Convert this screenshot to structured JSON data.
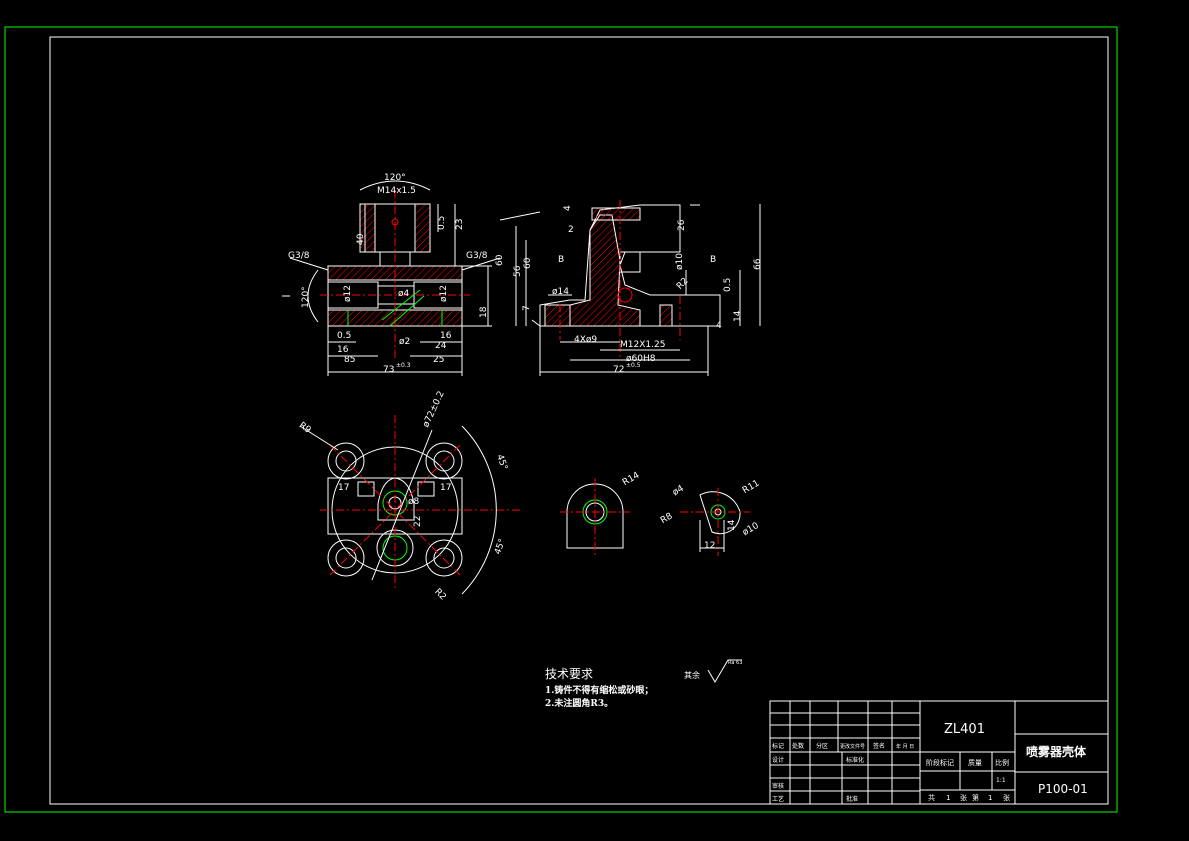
{
  "colors": {
    "background": "#000000",
    "outer_frame": "#00ff00",
    "inner_frame": "#ffffff",
    "line": "#ffffff",
    "center": "#ff0000",
    "hatch": "#ff0000",
    "green": "#00ff00"
  },
  "front_view": {
    "dims": [
      "120°",
      "M14x1.5",
      "0.5",
      "23",
      "40",
      "G3/8",
      "G3/8",
      "60",
      "18",
      "120°",
      "ø12",
      "ø12",
      "ø4",
      "ø2",
      "0.5",
      "16",
      "16",
      "24",
      "85",
      "25",
      "73",
      "±0.3"
    ]
  },
  "side_view": {
    "dims": [
      "4",
      "2",
      "26",
      "56",
      "60",
      "66",
      "7",
      "ø14",
      "4Xø9",
      "M12X1.25",
      "ø60H8",
      "72",
      "±0.5",
      "ø10",
      "R2",
      "0.5",
      "14",
      "4",
      "B",
      "B"
    ]
  },
  "top_view": {
    "dims": [
      "R9",
      "ø72±0.2",
      "45°",
      "45°",
      "17",
      "17",
      "22",
      "ø8",
      "R2"
    ]
  },
  "section_views": {
    "dims": [
      "R14",
      "ø4",
      "R11",
      "R8",
      "ø10",
      "12",
      "14"
    ]
  },
  "technical_requirements": {
    "title": "技术要求",
    "items": [
      "1.铸件不得有缩松或砂眼；",
      "2.未注圆角R3。"
    ],
    "roughness_note": "其余",
    "roughness_value": "Ra 63"
  },
  "title_block": {
    "material": "ZL401",
    "part_name": "喷雾器壳体",
    "drawing_number": "P100-01",
    "scale_label": "比例",
    "scale_value": "1:1",
    "weight_label": "质量",
    "stage_label": "阶段标记",
    "sheets": [
      "共",
      "1",
      "张",
      "第",
      "1",
      "张"
    ],
    "row_labels": [
      "标记",
      "处数",
      "分区",
      "更改文件号",
      "签名",
      "年 月 日"
    ],
    "designer_label": "设计",
    "standardization_label": "标准化",
    "review_label": "审核",
    "process_label": "工艺",
    "approve_label": "批准"
  }
}
